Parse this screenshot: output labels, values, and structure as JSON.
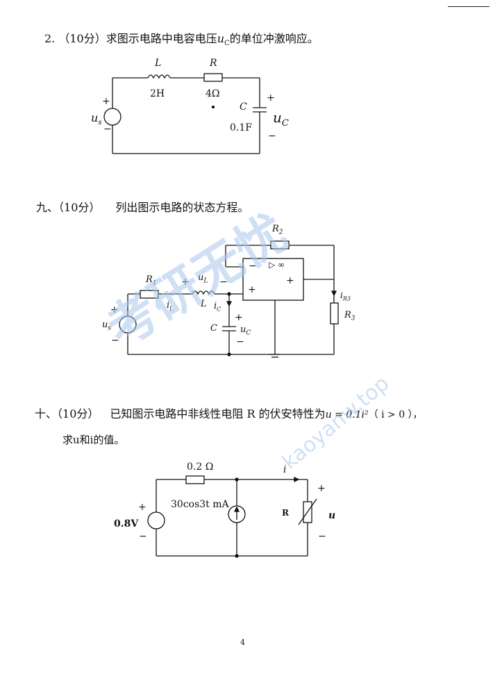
{
  "q_top": {
    "number": "2.",
    "score": "（10分）",
    "text": "求图示电路中电容电压",
    "var": "u",
    "var_sub": "C",
    "text_end": "的单位冲激响应。",
    "circuit": {
      "inductor_label": "L",
      "inductor_value": "2H",
      "resistor_label": "R",
      "resistor_value": "4Ω",
      "source_label": "u",
      "source_sub": "s",
      "cap_label": "C",
      "cap_value": "0.1F",
      "cap_voltage": "u",
      "cap_voltage_sub": "C",
      "plus": "+",
      "minus": "−"
    }
  },
  "q9": {
    "number": "九、",
    "score": "（10分）",
    "text": "列出图示电路的状态方程。",
    "circuit": {
      "R1": "R",
      "R1_sub": "1",
      "R2": "R",
      "R2_sub": "2",
      "R3": "R",
      "R3_sub": "3",
      "iL": "i",
      "iL_sub": "L",
      "uL": "u",
      "uL_sub": "L",
      "L": "L",
      "iC": "i",
      "iC_sub": "C",
      "C": "C",
      "uC": "u",
      "uC_sub": "C",
      "iR3": "i",
      "iR3_sub": "R3",
      "us": "u",
      "us_sub": "s",
      "opamp": "▷ ∞",
      "plus": "+",
      "minus": "−"
    }
  },
  "q10": {
    "number": "十、",
    "score": "（10分）",
    "text": "已知图示电路中非线性电阻 R 的伏安特性为",
    "formula": "u = 0.1i²",
    "condition": "（ i > 0 ），",
    "line2": "求u和i的值。",
    "circuit": {
      "resistor_value": "0.2 Ω",
      "current_source": "30cos3t mA",
      "voltage_source": "0.8V",
      "nonlinear": "R",
      "current": "i",
      "voltage": "u",
      "plus": "+",
      "minus": "−"
    }
  },
  "page_number": "4",
  "watermark": {
    "text1": "考研无忧",
    "text2": "kaoyanw.top"
  }
}
